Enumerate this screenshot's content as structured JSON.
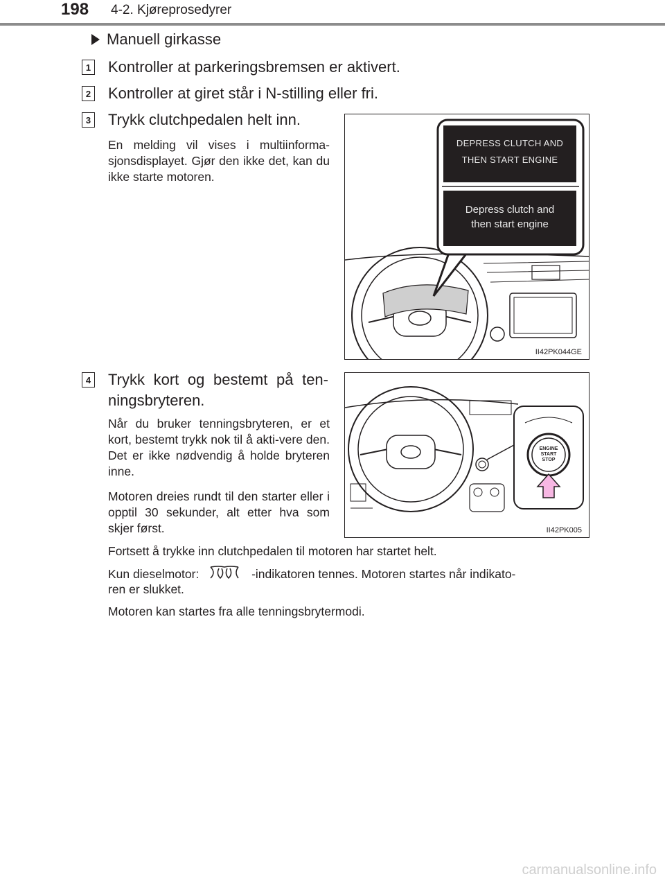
{
  "header": {
    "page_number": "198",
    "chapter": "4-2. Kjøreprosedyrer"
  },
  "section_heading": "Manuell girkasse",
  "steps": [
    {
      "num": "1",
      "text": "Kontroller at parkeringsbremsen er aktivert."
    },
    {
      "num": "2",
      "text": "Kontroller at giret står i N-stilling eller fri."
    },
    {
      "num": "3",
      "text": "Trykk clutchpedalen helt inn."
    },
    {
      "num": "4",
      "text_line1": "Trykk kort og bestemt på ten-",
      "text_line2": "ningsbryteren."
    }
  ],
  "step3_note": "En melding vil vises i multiinforma-sjonsdisplayet. Gjør den ikke det, kan du ikke starte motoren.",
  "step4_notes": [
    "Når du bruker tenningsbryteren, er et kort, bestemt trykk nok til å akti-vere den. Det er ikke nødvendig å holde bryteren inne.",
    "Motoren dreies rundt til den starter eller i opptil 30 sekunder, alt etter hva som skjer først."
  ],
  "figure1": {
    "code": "II42PK044GE",
    "display_line1": "DEPRESS CLUTCH AND",
    "display_line2": "THEN START ENGINE",
    "display_alt_line1": "Depress clutch and",
    "display_alt_line2": "then start engine"
  },
  "figure2": {
    "code": "II42PK005",
    "button_line1": "ENGINE",
    "button_line2": "START",
    "button_line3": "STOP"
  },
  "footer_paragraphs": {
    "p1": "Fortsett å trykke inn clutchpedalen til motoren har startet helt.",
    "p2_before": "Kun dieselmotor:",
    "p2_after": "-indikatoren tennes. Motoren startes når indikato-",
    "p2_line2": "ren er slukket.",
    "p3": "Motoren kan startes fra alle tenningsbrytermodi."
  },
  "watermark": "carmanualsonline.info",
  "icons": {
    "glow_plug": "glow-plug-indicator-icon",
    "arrow": "push-arrow-icon"
  }
}
